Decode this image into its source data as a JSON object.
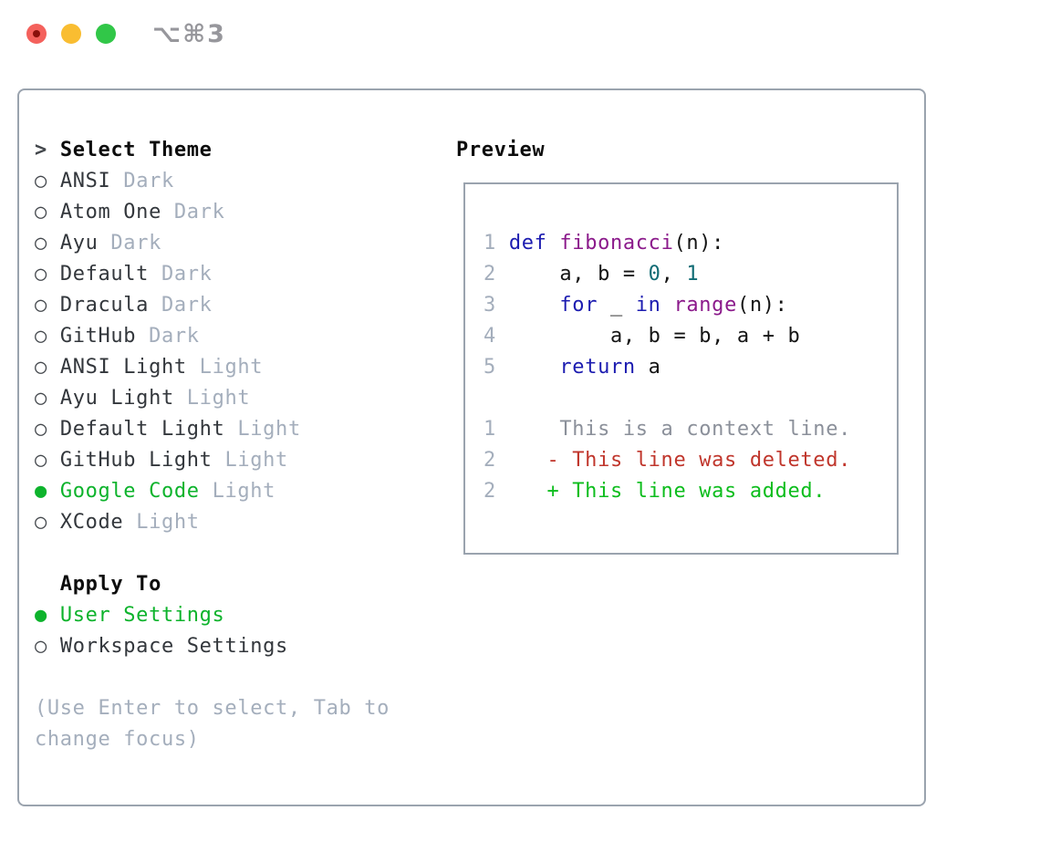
{
  "window": {
    "title": "⌥⌘3",
    "traffic_lights": [
      {
        "name": "close",
        "color": "#f4615c"
      },
      {
        "name": "minimize",
        "color": "#f9bd31"
      },
      {
        "name": "zoom",
        "color": "#31c748"
      }
    ]
  },
  "theme_panel": {
    "header": {
      "marker": ">",
      "label": "Select Theme"
    },
    "themes": [
      {
        "marker": "○",
        "name": "ANSI",
        "variant": "Dark",
        "selected": false
      },
      {
        "marker": "○",
        "name": "Atom One",
        "variant": "Dark",
        "selected": false
      },
      {
        "marker": "○",
        "name": "Ayu",
        "variant": "Dark",
        "selected": false
      },
      {
        "marker": "○",
        "name": "Default",
        "variant": "Dark",
        "selected": false
      },
      {
        "marker": "○",
        "name": "Dracula",
        "variant": "Dark",
        "selected": false
      },
      {
        "marker": "○",
        "name": "GitHub",
        "variant": "Dark",
        "selected": false
      },
      {
        "marker": "○",
        "name": "ANSI Light",
        "variant": "Light",
        "selected": false
      },
      {
        "marker": "○",
        "name": "Ayu Light",
        "variant": "Light",
        "selected": false
      },
      {
        "marker": "○",
        "name": "Default Light",
        "variant": "Light",
        "selected": false
      },
      {
        "marker": "○",
        "name": "GitHub Light",
        "variant": "Light",
        "selected": false
      },
      {
        "marker": "●",
        "name": "Google Code",
        "variant": "Light",
        "selected": true
      },
      {
        "marker": "○",
        "name": "XCode",
        "variant": "Light",
        "selected": false
      }
    ],
    "apply_to": {
      "label": "Apply To",
      "options": [
        {
          "marker": "●",
          "name": "User Settings",
          "selected": true
        },
        {
          "marker": "○",
          "name": "Workspace Settings",
          "selected": false
        }
      ]
    },
    "hint_lines": [
      "(Use Enter to select, Tab to",
      "change focus)"
    ]
  },
  "preview": {
    "label": "Preview",
    "lines": [
      {
        "no": "1",
        "tokens": [
          {
            "t": "def",
            "c": "kw"
          },
          {
            "t": " ",
            "c": "pl"
          },
          {
            "t": "fibonacci",
            "c": "fn"
          },
          {
            "t": "(n):",
            "c": "pl"
          }
        ]
      },
      {
        "no": "2",
        "tokens": [
          {
            "t": "    a, b = ",
            "c": "pl"
          },
          {
            "t": "0",
            "c": "nm"
          },
          {
            "t": ", ",
            "c": "pl"
          },
          {
            "t": "1",
            "c": "nm"
          }
        ]
      },
      {
        "no": "3",
        "tokens": [
          {
            "t": "    ",
            "c": "pl"
          },
          {
            "t": "for",
            "c": "kw"
          },
          {
            "t": " _ ",
            "c": "pl"
          },
          {
            "t": "in",
            "c": "kw"
          },
          {
            "t": " ",
            "c": "pl"
          },
          {
            "t": "range",
            "c": "fn"
          },
          {
            "t": "(n):",
            "c": "pl"
          }
        ]
      },
      {
        "no": "4",
        "tokens": [
          {
            "t": "        a, b = b, a + b",
            "c": "pl"
          }
        ]
      },
      {
        "no": "5",
        "tokens": [
          {
            "t": "    ",
            "c": "pl"
          },
          {
            "t": "return",
            "c": "kw"
          },
          {
            "t": " a",
            "c": "pl"
          }
        ]
      },
      {
        "no": "",
        "tokens": []
      },
      {
        "no": "1",
        "tokens": [
          {
            "t": "    This is a context line.",
            "c": "ctx"
          }
        ]
      },
      {
        "no": "2",
        "tokens": [
          {
            "t": "   - This line was deleted.",
            "c": "del"
          }
        ]
      },
      {
        "no": "2",
        "tokens": [
          {
            "t": "   + This line was added.",
            "c": "add"
          }
        ]
      }
    ]
  },
  "colors": {
    "accent_green": "#0db32c",
    "added_green": "#0dbd1d",
    "deleted_red": "#c0362c",
    "keyword_blue": "#1c1cb0",
    "function_purple": "#8b1a8b",
    "number_teal": "#0f6b74",
    "text": "#33373c",
    "bold_text": "#0d0d0d",
    "muted": "#a4aebc",
    "context_gray": "#8b909a",
    "border_gray": "#9aa3ae",
    "titlebar_title": "#97979c",
    "traffic_red": "#f4615c",
    "traffic_red_dot": "#8a100b",
    "traffic_yellow": "#f9bd31",
    "traffic_green": "#31c748"
  }
}
